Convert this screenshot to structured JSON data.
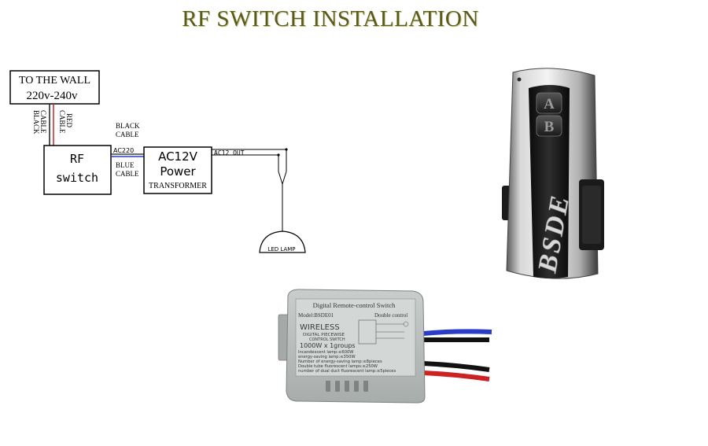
{
  "title": "RF SWITCH INSTALLATION",
  "wall_box": {
    "line1": "TO THE WALL",
    "line2": "220v-240v"
  },
  "cables": {
    "black_cable_a": "BLACK",
    "black_cable_b": "CABLE",
    "red_cable_a": "RED",
    "red_cable_b": "CABLE",
    "black_cable_top_a": "BLACK",
    "black_cable_top_b": "CABLE",
    "blue_cable_a": "BLUE",
    "blue_cable_b": "CABLE"
  },
  "rf_switch": {
    "line1": "RF",
    "line2": "switch"
  },
  "ac220": "AC220",
  "transformer": {
    "line1": "AC12V",
    "line2": "Power",
    "line3": "TRANSFORMER"
  },
  "ac12_out": "AC12 OUT",
  "lamp_label": "LED LAMP",
  "remote": {
    "btn_a": "A",
    "btn_b": "B",
    "brand": "BSDE"
  },
  "receiver": {
    "header": "Digital Remote-control Switch",
    "model": "Model:BSDE01",
    "mode": "Double control",
    "wireless": "WIRELESS",
    "sub1": "DIGITAL PIECEWISE",
    "sub2": "CONTROL SWITCH",
    "rating": "1000W x 1groups",
    "spec1": "Incandescent lamp:≤600W",
    "spec2": "energy-saving lamp:≤350W",
    "spec3": "Number of energy-saving lamp:≤8pieces",
    "spec4": "Double tube fluorescent lamps:≤250W",
    "spec5": "number of dual duct fluorescent lamp:≤5pieces"
  },
  "colors": {
    "red_wire": "#cc2222",
    "blue_wire": "#2a3cc8",
    "black_wire": "#1a1a1a",
    "title": "#5a5a1c"
  }
}
